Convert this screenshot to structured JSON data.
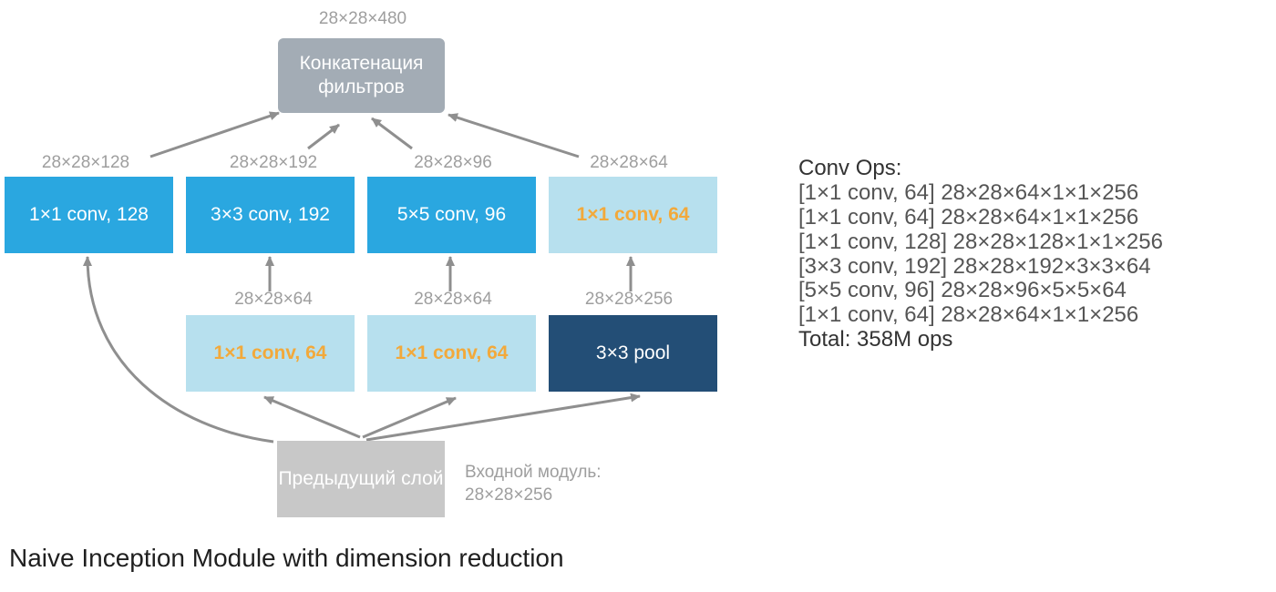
{
  "diagram": {
    "output": {
      "label": "Конкатенация фильтров",
      "dim": "28×28×480",
      "color": "#a3acb5",
      "text_color": "#ffffff"
    },
    "branches_top": [
      {
        "label": "1×1 conv, 128",
        "dim": "28×28×128",
        "color": "#2aa7e0",
        "text_color": "#ffffff"
      },
      {
        "label": "3×3 conv, 192",
        "dim": "28×28×192",
        "color": "#2aa7e0",
        "text_color": "#ffffff"
      },
      {
        "label": "5×5 conv, 96",
        "dim": "28×28×96",
        "color": "#2aa7e0",
        "text_color": "#ffffff"
      },
      {
        "label": "1×1 conv, 64",
        "dim": "28×28×64",
        "color": "#b7e0ee",
        "text_color": "#f2a93b"
      }
    ],
    "branches_bottom": [
      {
        "label": "1×1 conv, 64",
        "dim": "28×28×64",
        "color": "#b7e0ee",
        "text_color": "#f2a93b"
      },
      {
        "label": "1×1 conv, 64",
        "dim": "28×28×64",
        "color": "#b7e0ee",
        "text_color": "#f2a93b"
      },
      {
        "label": "3×3 pool",
        "dim": "28×28×256",
        "color": "#234e76",
        "text_color": "#ffffff"
      }
    ],
    "input": {
      "label": "Предыдущий слой",
      "color": "#c8c8c8",
      "text_color": "#ffffff"
    },
    "input_note": {
      "line1": "Входной модуль:",
      "line2": "28×28×256"
    },
    "arrow_color": "#8f8f8f"
  },
  "conv_ops": {
    "heading": "Conv Ops:",
    "lines": [
      "[1×1 conv, 64] 28×28×64×1×1×256",
      "[1×1 conv, 64] 28×28×64×1×1×256",
      "[1×1 conv, 128] 28×28×128×1×1×256",
      "[3×3 conv, 192] 28×28×192×3×3×64",
      "[5×5 conv, 96] 28×28×96×5×5×64",
      "[1×1 conv, 64] 28×28×64×1×1×256"
    ],
    "total": "Total: 358M ops"
  },
  "caption": "Naive Inception Module with dimension reduction"
}
